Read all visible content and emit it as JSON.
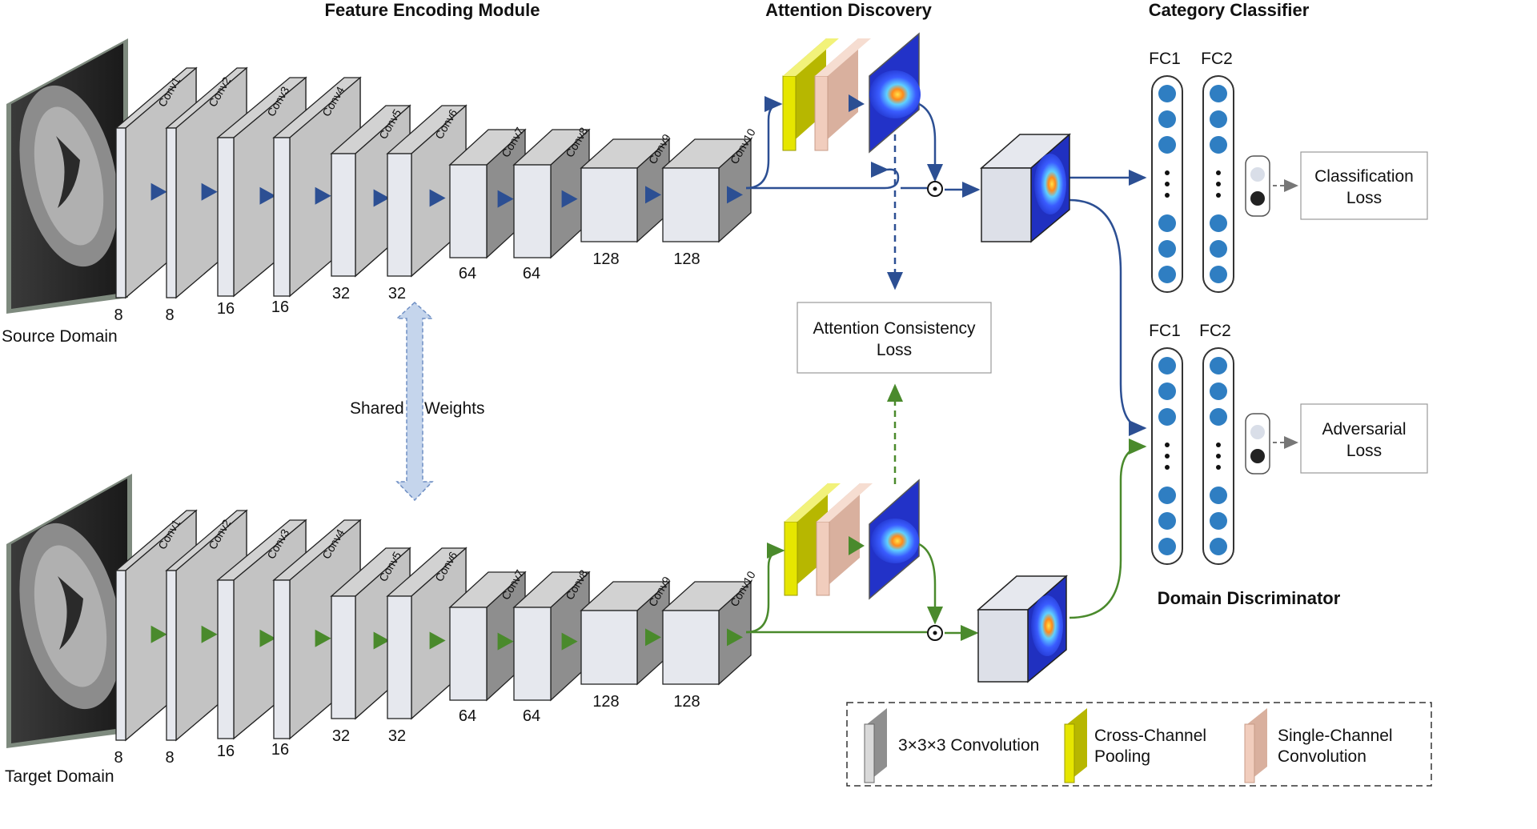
{
  "headings": {
    "feature_encoding": "Feature Encoding Module",
    "attention_discovery": "Attention Discovery",
    "category_classifier": "Category Classifier",
    "domain_discriminator": "Domain Discriminator"
  },
  "domains": {
    "source": "Source Domain",
    "target": "Target Domain"
  },
  "shared_weights": [
    "Shared",
    "Weights"
  ],
  "conv_layers": [
    {
      "name": "Conv1",
      "channels": "8"
    },
    {
      "name": "Conv2",
      "channels": "8"
    },
    {
      "name": "Conv3",
      "channels": "16"
    },
    {
      "name": "Conv4",
      "channels": "16"
    },
    {
      "name": "Conv5",
      "channels": "32"
    },
    {
      "name": "Conv6",
      "channels": "32"
    },
    {
      "name": "Conv7",
      "channels": "64"
    },
    {
      "name": "Conv8",
      "channels": "64"
    },
    {
      "name": "Conv9",
      "channels": "128"
    },
    {
      "name": "Conv10",
      "channels": "128"
    }
  ],
  "fc_labels": {
    "fc1": "FC1",
    "fc2": "FC2"
  },
  "losses": {
    "attention_consistency": [
      "Attention Consistency",
      "Loss"
    ],
    "classification": [
      "Classification",
      "Loss"
    ],
    "adversarial": [
      "Adversarial",
      "Loss"
    ]
  },
  "legend": [
    {
      "label": [
        "3×3×3 Convolution"
      ],
      "color": "#c9c9c9",
      "icon": "gray-slab-icon"
    },
    {
      "label": [
        "Cross-Channel",
        "Pooling"
      ],
      "color": "#e6e600",
      "icon": "yellow-slab-icon"
    },
    {
      "label": [
        "Single-Channel",
        "Convolution"
      ],
      "color": "#e8c4b4",
      "icon": "peach-slab-icon"
    }
  ],
  "colors": {
    "source_flow": "#2c4f93",
    "target_flow": "#4a8a2c",
    "node": "#2f7ec2",
    "shared_arrow": "#b9cce8"
  }
}
